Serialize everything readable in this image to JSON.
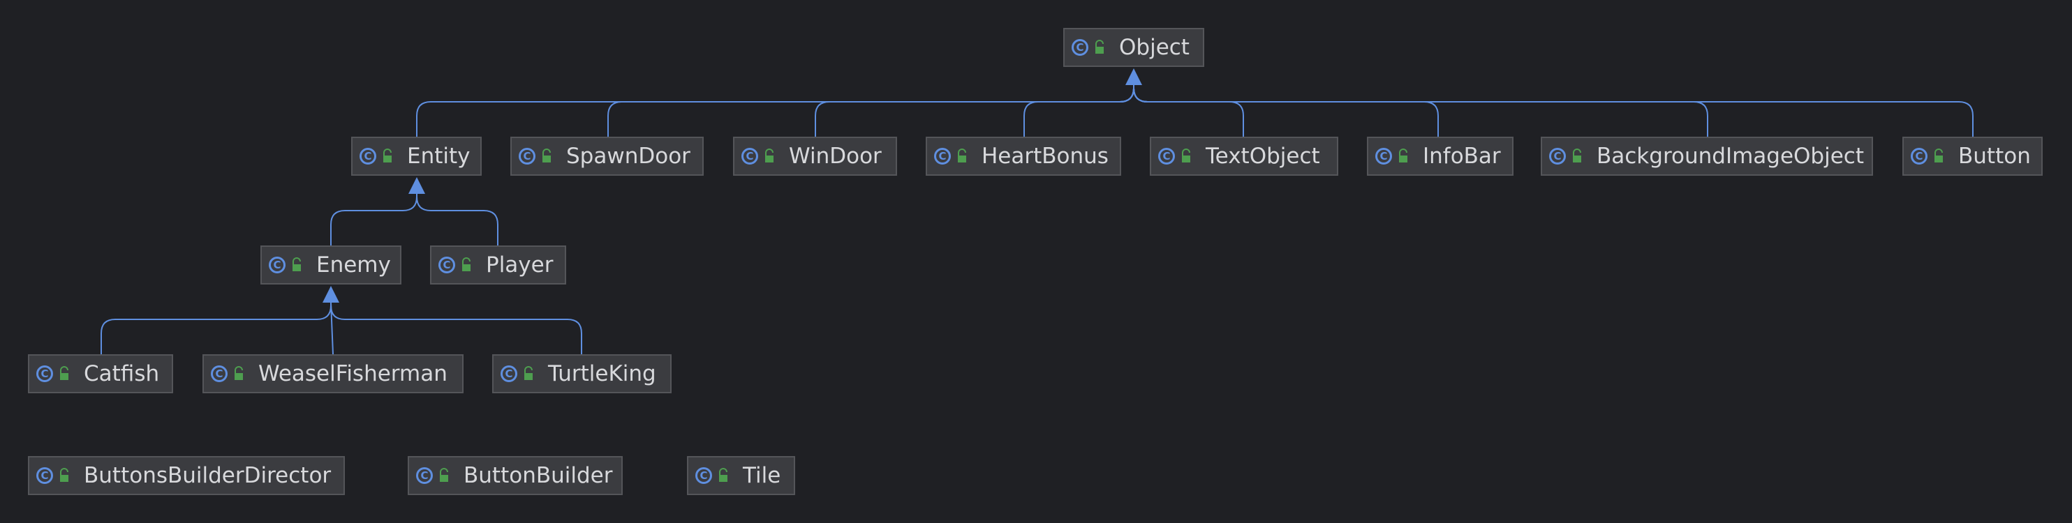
{
  "diagram": {
    "icons": {
      "class": "class-c-icon",
      "access": "public-lock-icon",
      "class_icon_letter": "C"
    },
    "colors": {
      "background": "#1f2024",
      "node_fill": "#3b3c40",
      "node_border": "#545559",
      "edge": "#5f8fe0",
      "text": "#d8d9dc",
      "access_icon": "#4e9e4f"
    },
    "nodes": [
      {
        "id": "object",
        "label": "Object"
      },
      {
        "id": "entity",
        "label": "Entity"
      },
      {
        "id": "spawndoor",
        "label": "SpawnDoor"
      },
      {
        "id": "windoor",
        "label": "WinDoor"
      },
      {
        "id": "heartbonus",
        "label": "HeartBonus"
      },
      {
        "id": "textobject",
        "label": "TextObject"
      },
      {
        "id": "infobar",
        "label": "InfoBar"
      },
      {
        "id": "backgroundimageobject",
        "label": "BackgroundImageObject"
      },
      {
        "id": "button",
        "label": "Button"
      },
      {
        "id": "enemy",
        "label": "Enemy"
      },
      {
        "id": "player",
        "label": "Player"
      },
      {
        "id": "catfish",
        "label": "Catfish"
      },
      {
        "id": "weaselfisherman",
        "label": "WeaselFisherman"
      },
      {
        "id": "turtleking",
        "label": "TurtleKing"
      },
      {
        "id": "buttonsbuilderdirector",
        "label": "ButtonsBuilderDirector"
      },
      {
        "id": "buttonbuilder",
        "label": "ButtonBuilder"
      },
      {
        "id": "tile",
        "label": "Tile"
      }
    ],
    "edges": [
      {
        "from": "entity",
        "to": "object"
      },
      {
        "from": "spawndoor",
        "to": "object"
      },
      {
        "from": "windoor",
        "to": "object"
      },
      {
        "from": "heartbonus",
        "to": "object"
      },
      {
        "from": "textobject",
        "to": "object"
      },
      {
        "from": "infobar",
        "to": "object"
      },
      {
        "from": "backgroundimageobject",
        "to": "object"
      },
      {
        "from": "button",
        "to": "object"
      },
      {
        "from": "enemy",
        "to": "entity"
      },
      {
        "from": "player",
        "to": "entity"
      },
      {
        "from": "catfish",
        "to": "enemy"
      },
      {
        "from": "weaselfisherman",
        "to": "enemy"
      },
      {
        "from": "turtleking",
        "to": "enemy"
      }
    ]
  }
}
